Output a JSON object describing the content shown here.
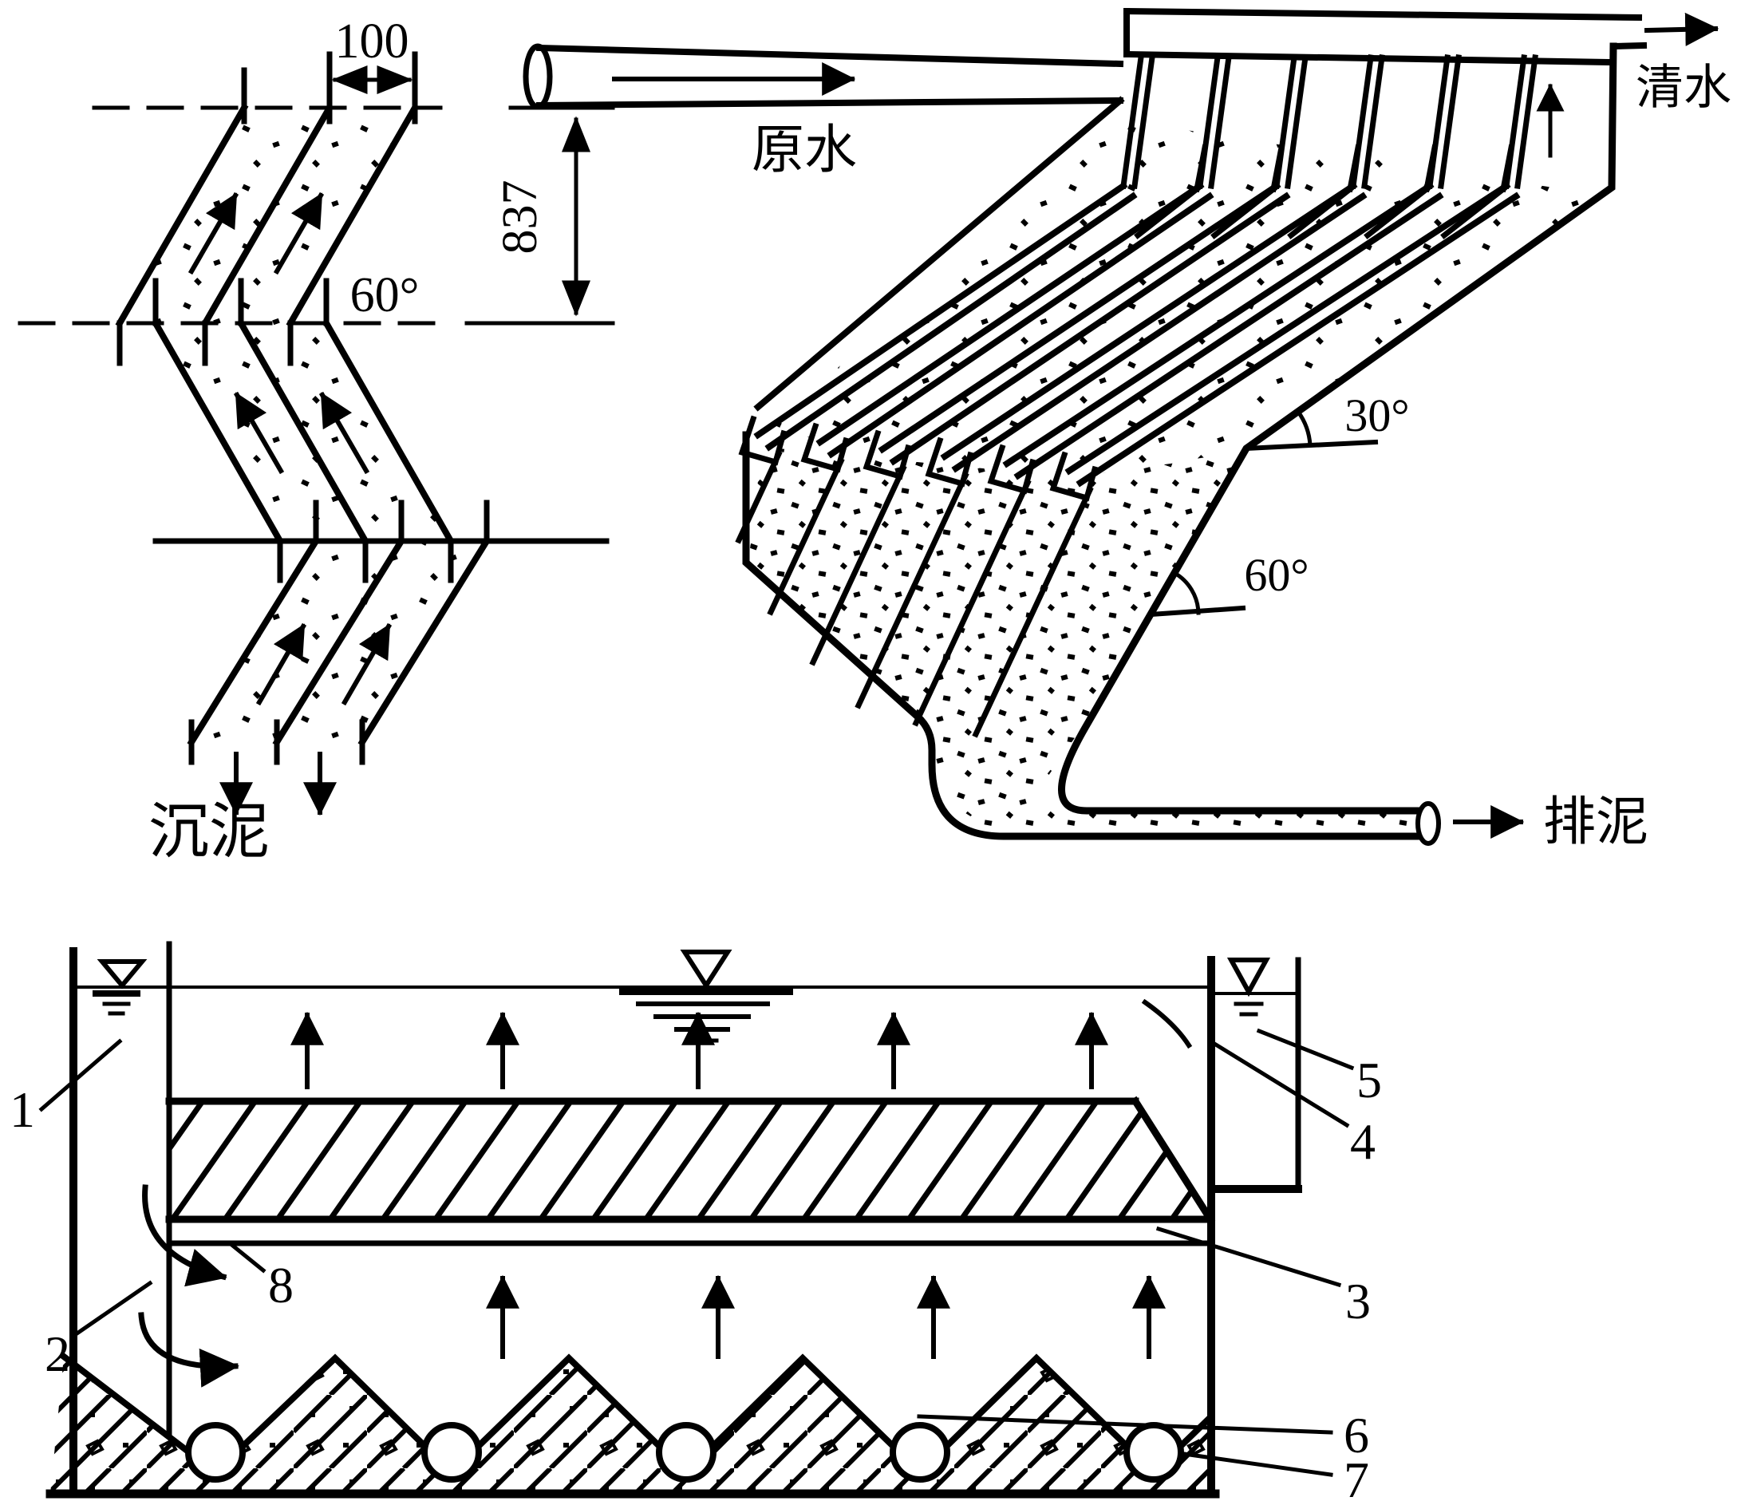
{
  "figure": {
    "background": "#ffffff",
    "line_color": "#000000",
    "description": "Inclined plate settler technical diagram"
  },
  "top_left_detail": {
    "spacing_label": "100",
    "height_label": "837",
    "angle_label": "60°",
    "sludge_label": "沉泥"
  },
  "top_right_schematic": {
    "inlet_label": "原水",
    "outlet_label": "清水",
    "plate_angle_label": "30°",
    "hopper_angle_label": "60°",
    "drain_label": "排泥"
  },
  "bottom_section": {
    "callouts": {
      "n1": "1",
      "n2": "2",
      "n3": "3",
      "n4": "4",
      "n5": "5",
      "n6": "6",
      "n7": "7",
      "n8": "8"
    }
  }
}
